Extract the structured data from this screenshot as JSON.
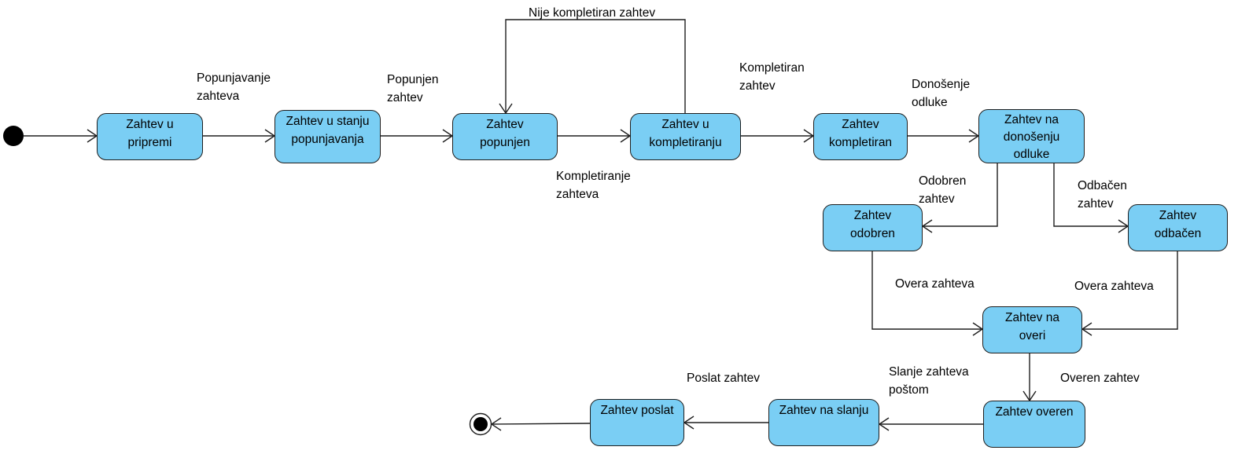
{
  "states": {
    "s1": "Zahtev u\npripremi",
    "s2": "Zahtev u stanju\npopunjavanja",
    "s3": "Zahtev\npopunjen",
    "s4": "Zahtev u\nkompletiranju",
    "s5": "Zahtev\nkompletiran",
    "s6": "Zahtev na\ndonošenju\nodluke",
    "s7": "Zahtev\nodobren",
    "s8": "Zahtev\nodbačen",
    "s9": "Zahtev na\noveri",
    "s10": "Zahtev overen",
    "s11": "Zahtev na slanju",
    "s12": "Zahtev poslat"
  },
  "transitions": {
    "t1": "Popunjavanje\nzahteva",
    "t2": "Popunjen\nzahtev",
    "t3": "Kompletiranje\nzahteva",
    "t4": "Nije kompletiran zahtev",
    "t5": "Kompletiran\nzahtev",
    "t6": "Donošenje\nodluke",
    "t7": "Odobren\nzahtev",
    "t8": "Odbačen\nzahtev",
    "t9": "Overa zahteva",
    "t10": "Overa zahteva",
    "t11": "Overen zahtev",
    "t12": "Slanje zahteva\npoštom",
    "t13": "Poslat zahtev"
  },
  "colors": {
    "state_fill": "#7acef4",
    "stroke": "#1e1e1e"
  }
}
